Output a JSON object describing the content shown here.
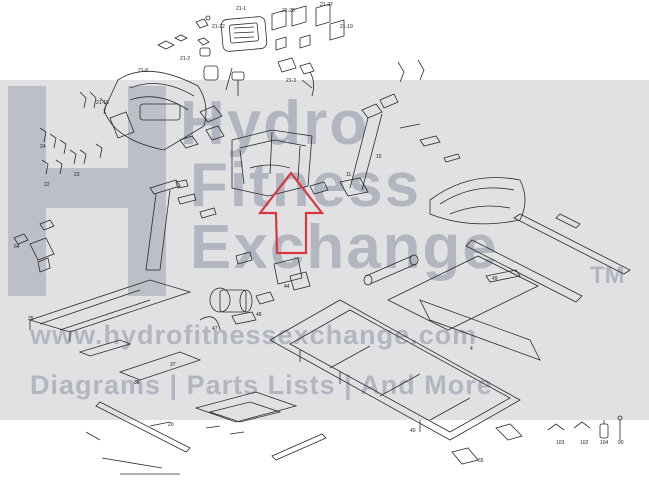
{
  "watermark": {
    "line1": "Hydro",
    "line2": "Fitness",
    "line3": "Exchange",
    "tm": "TM",
    "url": "www.hydrofitnessexchange.com",
    "tagline": "Diagrams | Parts Lists | And More"
  },
  "callouts": {
    "c103": "103",
    "c102": "102",
    "c104": "104",
    "c90": "90",
    "c20": "20",
    "c21_1": "21-1",
    "c21_2": "21-2",
    "c21_3": "21-3",
    "c21_8": "21-8",
    "c21_16": "21-16",
    "c21_19": "21-19",
    "c21_22": "21-22",
    "c21_27": "21-27",
    "c21_28": "21-28",
    "c22": "22",
    "c23": "23",
    "c24": "24",
    "c11": "11",
    "c15": "15",
    "c47": "47",
    "c48": "48",
    "c44": "44",
    "c64": "64",
    "c25": "25",
    "c36": "36",
    "c37": "37",
    "c49": "49",
    "c4": "4",
    "c40": "40",
    "c65": "65"
  },
  "colors": {
    "line": "#2b2b2b",
    "arrow": "#d9363e",
    "band": "#c8c8cd",
    "watermark": "#7a8296"
  }
}
